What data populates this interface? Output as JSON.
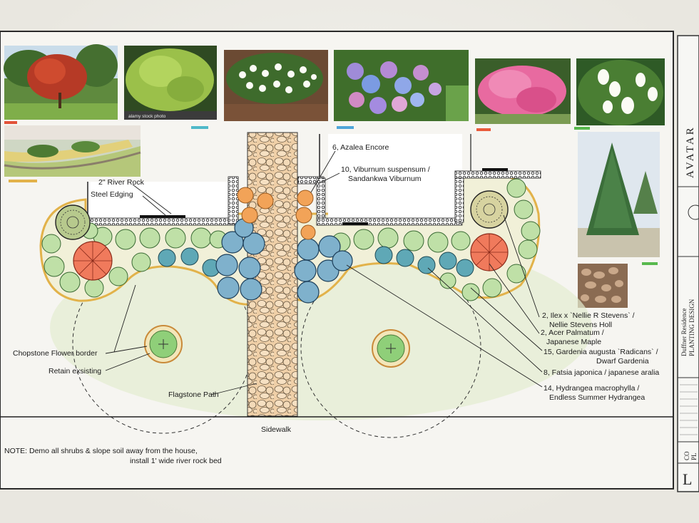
{
  "title_block": {
    "brand": "AVATAR",
    "project_line1": "Duffner Residence",
    "project_line2": "PLANTING DESIGN",
    "sheet_abbrev_1": "CO",
    "sheet_abbrev_2": "PL",
    "sheet_letter": "L"
  },
  "labels": {
    "river_rock": "2\" River Rock",
    "steel_edging": "Steel Edging",
    "azalea": "6, Azalea Encore",
    "viburnum_1": "10, Viburnum suspensum /",
    "viburnum_2": "Sandankwa Viburnum",
    "ilex_1": "2, Ilex x `Nellie R Stevens` /",
    "ilex_2": "Nellie Stevens Holl",
    "acer_1": "2, Acer Palmatum /",
    "acer_2": "Japanese Maple",
    "gardenia_1": "15, Gardenia augusta `Radicans` /",
    "gardenia_2": "Dwarf Gardenia",
    "fatsia": "8, Fatsia japonica / japanese aralia",
    "hydrangea_1": "14, Hydrangea macrophylla /",
    "hydrangea_2": "Endless Summer Hydrangea",
    "chopstone": "Chopstone Flower border",
    "retain": "Retain exsisting",
    "flagstone": "Flagstone Path",
    "sidewalk": "Sidewalk",
    "note_1": "NOTE:  Demo all shrubs & slope soil away from the house,",
    "note_2": "install 1' wide river rock bed"
  },
  "photos": [
    {
      "name": "japanese-maple-photo"
    },
    {
      "name": "fatsia-photo",
      "watermark": "alamy stock photo"
    },
    {
      "name": "gardenia-photo"
    },
    {
      "name": "hydrangea-photo"
    },
    {
      "name": "azalea-photo"
    },
    {
      "name": "viburnum-photo"
    },
    {
      "name": "chopstone-border-photo"
    },
    {
      "name": "holly-tree-photo"
    },
    {
      "name": "river-rock-photo"
    }
  ],
  "colors": {
    "paper": "#f6f5f1",
    "border": "#2a2a2a",
    "lawn": "#dfe9c6",
    "bed_fill": "#f1f0d8",
    "bed_edge": "#e2b24a",
    "gardenia": "#bfe0a7",
    "hydrangea": "#7fb1cc",
    "fatsia": "#5fa8b6",
    "maple": "#f07a5c",
    "azalea": "#f2a358",
    "flagstone": "#efcfa7"
  }
}
